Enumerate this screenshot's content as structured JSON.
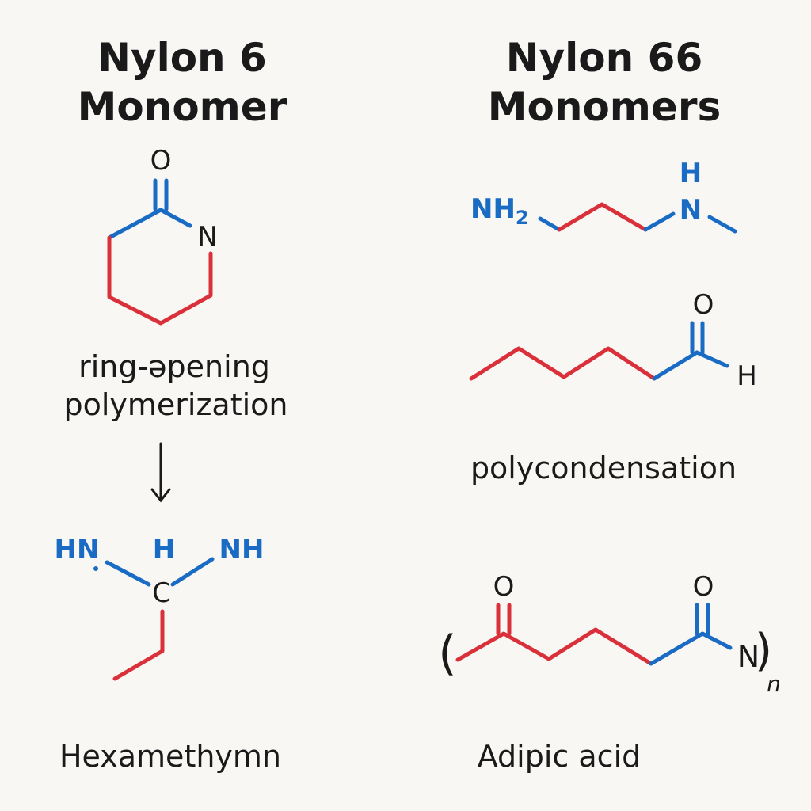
{
  "left": {
    "title_line1": "Nylon 6",
    "title_line2": "Monomer",
    "ring": {
      "O": "O",
      "N": "N"
    },
    "process_line1": "ring-əpening",
    "process_line2": "polymerization",
    "arrow": "↓",
    "product": {
      "HN": "HN",
      "H": "H",
      "NH": "NH",
      "C": "C"
    },
    "name": "Hexamethymn"
  },
  "right": {
    "title_line1": "Nylon 66",
    "title_line2": "Monomers",
    "amine": {
      "NH2": "NH",
      "sub2": "2",
      "H": "H",
      "N": "N"
    },
    "aldehyde": {
      "O": "O",
      "H": "H"
    },
    "process": "polycondensation",
    "polymer": {
      "O1": "O",
      "O2": "O",
      "N": "N",
      "open": "(",
      "close": ")",
      "n": "n"
    },
    "name": "Adipic acid"
  },
  "colors": {
    "red": "#d9303a",
    "blue": "#1a6bc4",
    "background": "#f8f7f4"
  }
}
